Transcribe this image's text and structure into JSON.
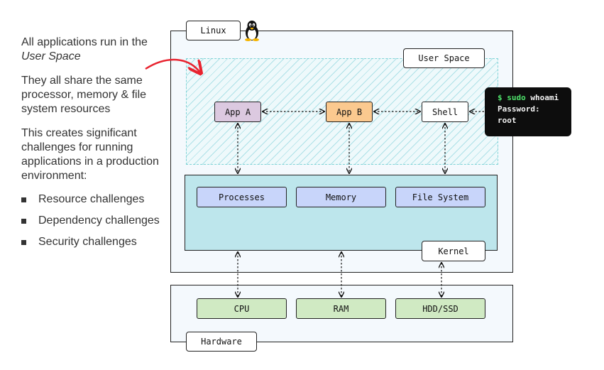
{
  "sidebar": {
    "p1_a": "All applications run in the ",
    "p1_em": "User Space",
    "p2": "They all share the same processor, memory & file system resources",
    "p3": "This creates significant challenges for running applications in a production environment:",
    "bullets": [
      "Resource challenges",
      "Dependency challenges",
      "Security challenges"
    ]
  },
  "diagram": {
    "linux_label": "Linux",
    "tux_icon": "penguin-icon",
    "user_space_label": "User Space",
    "apps": [
      "App A",
      "App B",
      "Shell"
    ],
    "kernel_resources": [
      "Processes",
      "Memory",
      "File System"
    ],
    "kernel_label": "Kernel",
    "hardware": [
      "CPU",
      "RAM",
      "HDD/SSD"
    ],
    "hardware_label": "Hardware"
  },
  "terminal": {
    "prompt": "$ sudo",
    "command": " whoami",
    "line2": "Password:",
    "line3": "root"
  },
  "colors": {
    "app_a": "#dcc9e0",
    "app_b": "#fbc98f",
    "kernel": "#bde6ec",
    "kernel_resource": "#c8d5fa",
    "hardware": "#d0eac3",
    "user_space_hatch": "#7fd3d6",
    "annotation_arrow": "#e8232f",
    "terminal_bg": "#0d0d0d",
    "terminal_green": "#4ee06a"
  }
}
